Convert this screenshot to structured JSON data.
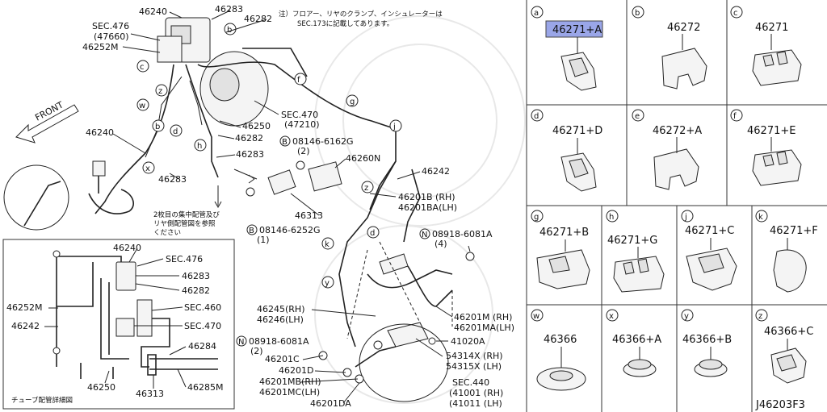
{
  "diagram_code": "J46203F3",
  "note_lines": [
    "注）フロアー、リヤのクランプ、インシュレーターは",
    "SEC.173に記載してあります。"
  ],
  "front_label": "FRONT",
  "main_labels": {
    "p46240_top": "46240",
    "p46283_top": "46283",
    "p46282_top": "46282",
    "sec476": "SEC.476",
    "sec476_sub": "(47660)",
    "p46252M": "46252M",
    "sec470": "SEC.470",
    "sec470_sub": "(47210)",
    "p46250": "46250",
    "p46282_mid": "46282",
    "p46283_mid": "46283",
    "p46240_left": "46240",
    "bolt_6162G": "08146-6162G",
    "bolt_6162G_qty": "(2)",
    "p46260N": "46260N",
    "p46242": "46242",
    "p46313": "46313",
    "bolt_6252G": "08146-6252G",
    "bolt_6252G_qty": "(1)",
    "jp_note": [
      "2枚目の集中配管及び",
      "リヤ側配管図を参照",
      "ください"
    ],
    "p46201B": "46201B (RH)",
    "p46201BA": "46201BA(LH)",
    "nut_6081A_top": "08918-6081A",
    "nut_6081A_top_qty": "(4)",
    "p46245": "46245(RH)",
    "p46246": "46246(LH)",
    "p46201M": "46201M (RH)",
    "p46201MA": "46201MA(LH)",
    "nut_6081A_bot": "08918-6081A",
    "nut_6081A_bot_qty": "(2)",
    "p41020A": "41020A",
    "p46201C": "46201C",
    "p54314X": "54314X (RH)",
    "p54315X": "54315X (LH)",
    "p46201D": "46201D",
    "p46201MB": "46201MB(RH)",
    "p46201MC": "46201MC(LH)",
    "p46201DA": "46201DA",
    "sec440": "SEC.440",
    "p41001": "(41001 (RH)",
    "p41011": "(41011 (LH)"
  },
  "callout_letters": [
    "a",
    "b",
    "c",
    "d",
    "e",
    "f",
    "g",
    "h",
    "j",
    "k",
    "w",
    "x",
    "y",
    "z"
  ],
  "inset": {
    "caption": "チューブ配管詳細図",
    "labels": {
      "p46240": "46240",
      "sec476": "SEC.476",
      "p46283": "46283",
      "p46282": "46282",
      "p46252M": "46252M",
      "sec460": "SEC.460",
      "p46242": "46242",
      "sec470": "SEC.470",
      "p46284": "46284",
      "p46250": "46250",
      "p46313": "46313",
      "p46285M": "46285M"
    }
  },
  "grid_cells": [
    {
      "letter": "a",
      "part": "46271+A",
      "highlight": true
    },
    {
      "letter": "b",
      "part": "46272",
      "highlight": false
    },
    {
      "letter": "c",
      "part": "46271",
      "highlight": false
    },
    {
      "letter": "d",
      "part": "46271+D",
      "highlight": false
    },
    {
      "letter": "e",
      "part": "46272+A",
      "highlight": false
    },
    {
      "letter": "f",
      "part": "46271+E",
      "highlight": false
    },
    {
      "letter": "g",
      "part": "46271+B",
      "highlight": false
    },
    {
      "letter": "h",
      "part": "46271+G",
      "highlight": false
    },
    {
      "letter": "j",
      "part": "46271+C",
      "highlight": false
    },
    {
      "letter": "k",
      "part": "46271+F",
      "highlight": false
    },
    {
      "letter": "w",
      "part": "46366",
      "highlight": false
    },
    {
      "letter": "x",
      "part": "46366+A",
      "highlight": false
    },
    {
      "letter": "y",
      "part": "46366+B",
      "highlight": false
    },
    {
      "letter": "z",
      "part": "46366+C",
      "highlight": false
    }
  ],
  "colors": {
    "highlight": "#9aa6e8",
    "line": "#222222"
  }
}
